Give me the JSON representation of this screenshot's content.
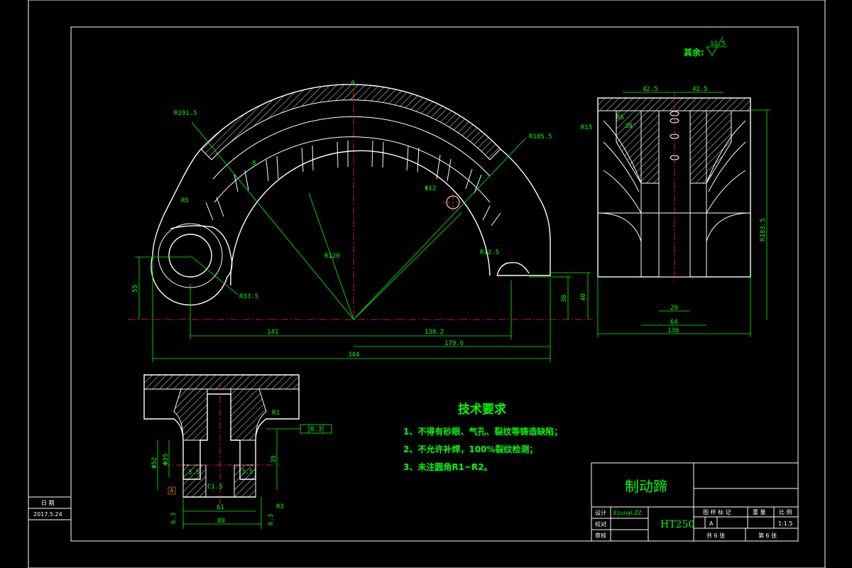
{
  "drawing": {
    "surface_note": "其余:",
    "surface_value": "12.5",
    "front_view_dims": {
      "top_width": "8",
      "r_outer": "R191.5",
      "r_inner_rib": "R185.5",
      "rib_thickness": "8",
      "r_small": "R5",
      "hole": "Φ12",
      "r_main": "R120",
      "r_notch": "R12.5",
      "r_boss": "R33.5",
      "h_boss": "55",
      "h_right1": "30",
      "h_right2": "40",
      "w_left": "141",
      "w_right": "138.2",
      "w_right2": "179.6",
      "w_total": "344"
    },
    "side_view_dims": {
      "half_left": "42.5",
      "half_right": "42.5",
      "r_fillet": "R5",
      "angle": "30°",
      "r15": "R15",
      "height": "R183.5",
      "w_inner": "29",
      "w_mid": "64",
      "w_total": "136"
    },
    "section_dims": {
      "d1": "Φ52",
      "d2": "Φ35",
      "t1": "3.5",
      "t2": "3.5",
      "chamfer": "C1.5",
      "r3a": "R3",
      "r3b": "R3",
      "w61": "61",
      "w89": "89",
      "h35": "35",
      "tol": "0.3",
      "roughA": "6.3",
      "roughB": "6.3",
      "datum": "A"
    },
    "tech_requirements": {
      "title": "技术要求",
      "items": [
        "1、不得有砂眼、气孔、裂纹等铸造缺陷；",
        "2、不允许补焊，100%裂纹检测；",
        "3、未注圆角R1~R2。"
      ]
    },
    "date_box": {
      "label": "日 期",
      "value": "2017.5.24"
    },
    "title_block": {
      "part_name": "制动蹄",
      "material": "HT250",
      "rows": [
        "设计",
        "校对",
        "审核"
      ],
      "designer": "Ezunal.ZZ",
      "cols": [
        "图 样 标 记",
        "重 量",
        "比 例"
      ],
      "mark": "A",
      "scale": "1:1.5",
      "sheet_total": "共 6 张",
      "sheet_num": "第 6 张"
    }
  }
}
